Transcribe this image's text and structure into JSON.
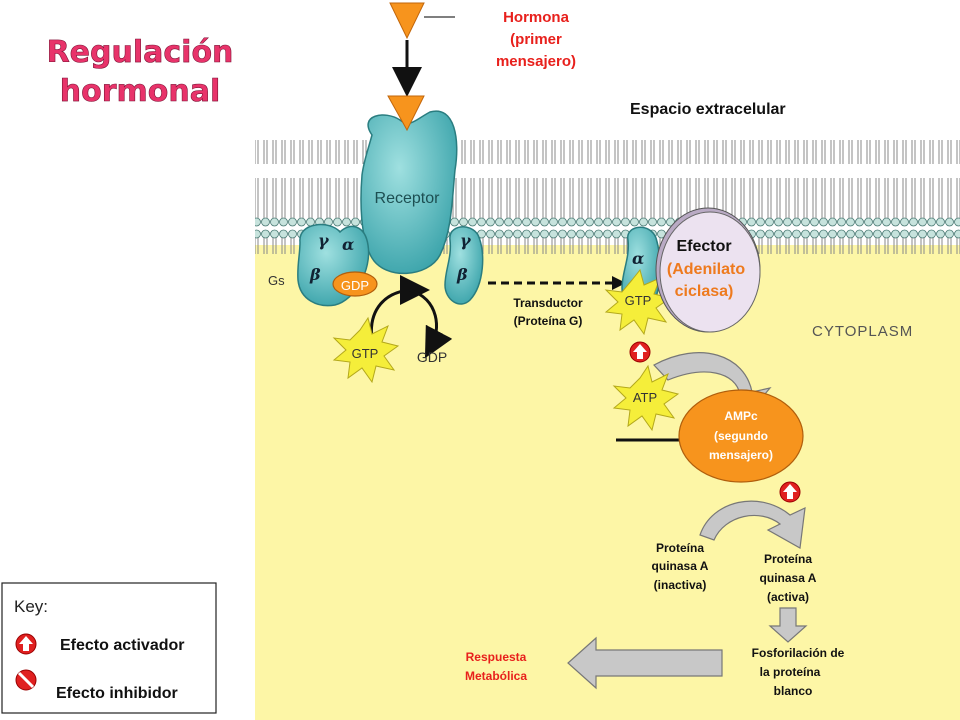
{
  "title": {
    "line1": "Regulación",
    "line2": "hormonal",
    "color": "#e8336a"
  },
  "hormone": {
    "line1": "Hormona",
    "line2": "(primer",
    "line3": "mensajero)",
    "color": "#e8201c"
  },
  "extracellular_label": "Espacio extracelular",
  "cytoplasm_label": "CYTOPLASM",
  "receptor_label": "Receptor",
  "gs_label": "Gs",
  "greek": {
    "gamma": "γ",
    "alpha": "α",
    "beta": "β"
  },
  "gdp_label": "GDP",
  "gtp_label": "GTP",
  "atp_label": "ATP",
  "effector": {
    "line1": "Efector",
    "line2": "(Adenilato",
    "line3": "ciclasa)",
    "accent": "#ee7a1e"
  },
  "transducer": {
    "line1": "Transductor",
    "line2": "(Proteína G)"
  },
  "ampc": {
    "line1": "AMPc",
    "line2": "(segundo",
    "line3": "mensajero)"
  },
  "pka_inactive": {
    "line1": "Proteína",
    "line2": "quinasa A",
    "line3": "(inactiva)"
  },
  "pka_active": {
    "line1": "Proteína",
    "line2": "quinasa A",
    "line3": "(activa)"
  },
  "phosphorylation": {
    "line1": "Fosforilación de",
    "line2": "la proteína",
    "line3": "blanco"
  },
  "response": {
    "line1": "Respuesta",
    "line2": "Metabólica",
    "color": "#e8201c"
  },
  "key": {
    "title": "Key:",
    "activator_label": "Efecto activador",
    "inhibitor_label": "Efecto inhibidor"
  },
  "colors": {
    "membrane_head": "#c7e3dd",
    "membrane_tail": "#8a8a8a",
    "cytoplasm": "#fdf6a6",
    "protein_teal": "#5fbcc0",
    "orange": "#f7941d",
    "starburst": "#f5ee3a",
    "effector_fill": "#ece2f0",
    "activator_red": "#e02020"
  },
  "icons": [
    "activator-icon",
    "inhibitor-icon",
    "hormone-triangle-icon",
    "gtp-starburst-icon",
    "atp-starburst-icon"
  ]
}
